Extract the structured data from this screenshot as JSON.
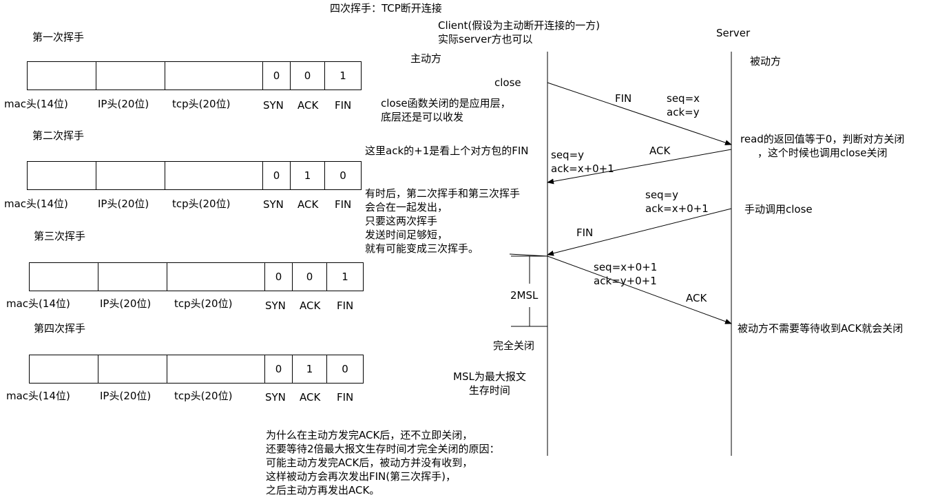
{
  "title": "四次挥手：TCP断开连接",
  "client": {
    "label": "Client(假设为主动断开连接的一方)",
    "sub": "实际server方也可以",
    "role": "主动方"
  },
  "server": {
    "label": "Server",
    "role": "被动方"
  },
  "packets": [
    {
      "title": "第一次挥手",
      "syn": "0",
      "ack": "0",
      "fin": "1"
    },
    {
      "title": "第二次挥手",
      "syn": "0",
      "ack": "1",
      "fin": "0"
    },
    {
      "title": "第三次挥手",
      "syn": "0",
      "ack": "0",
      "fin": "1"
    },
    {
      "title": "第四次挥手",
      "syn": "0",
      "ack": "1",
      "fin": "0"
    }
  ],
  "field_labels": {
    "mac": "mac头(14位)",
    "ip": "IP头(20位)",
    "tcp": "tcp头(20位)",
    "syn": "SYN",
    "ack": "ACK",
    "fin": "FIN"
  },
  "messages": {
    "close": "close",
    "close_note": "close函数关闭的是应用层，\n底层还是可以收发",
    "fin1_label": "FIN",
    "fin1_seq": "seq=x\nack=y",
    "read_note": "read的返回值等于0，判断对方关闭\n，这个时候也调用close关闭",
    "ack_note": "这里ack的+1是看上个对方包的FIN",
    "ack1_seq": "seq=y\nack=x+0+1",
    "ack1_label": "ACK",
    "merge_note": "有时后，第二次挥手和第三次挥手\n会合在一起发出，\n只要这两次挥手\n发送时间足够短，\n就有可能变成三次挥手。",
    "fin2_seq": "seq=y\nack=x+0+1",
    "manual_close": "手动调用close",
    "fin2_label": "FIN",
    "ack2_seq": "seq=x+0+1\nack=y+0+1",
    "ack2_label": "ACK",
    "passive_close_note": "被动方不需要等待收到ACK就会关闭",
    "msl": "2MSL",
    "fully_closed": "完全关闭",
    "msl_note": "MSL为最大报文\n生存时间",
    "why_note": "为什么在主动方发完ACK后，还不立即关闭，\n还要等待2倍最大报文生存时间才完全关闭的原因：\n可能主动方发完ACK后，被动方并没有收到，\n这样被动方会再次发出FIN(第三次挥手)，\n之后主动方再发出ACK。"
  }
}
